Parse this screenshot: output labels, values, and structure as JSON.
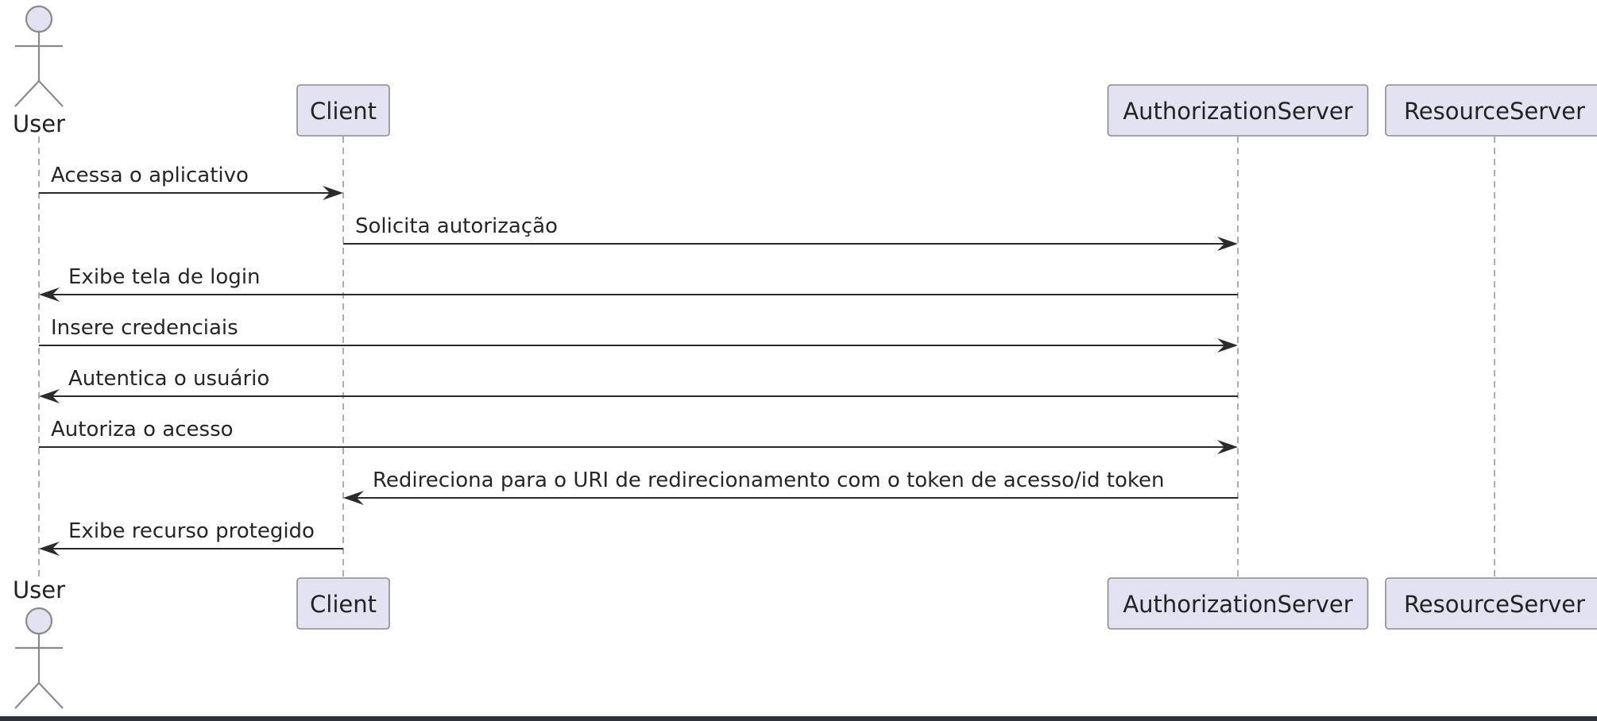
{
  "participants": [
    {
      "id": "user",
      "name": "User",
      "kind": "actor"
    },
    {
      "id": "client",
      "name": "Client",
      "kind": "participant"
    },
    {
      "id": "authorization-server",
      "name": "AuthorizationServer",
      "kind": "participant"
    },
    {
      "id": "resource-server",
      "name": "ResourceServer",
      "kind": "participant"
    }
  ],
  "messages": [
    {
      "from": "user",
      "to": "client",
      "label": "Acessa o aplicativo"
    },
    {
      "from": "client",
      "to": "authorization-server",
      "label": "Solicita autorização"
    },
    {
      "from": "authorization-server",
      "to": "user",
      "label": "Exibe tela de login"
    },
    {
      "from": "user",
      "to": "authorization-server",
      "label": "Insere credenciais"
    },
    {
      "from": "authorization-server",
      "to": "user",
      "label": "Autentica o usuário"
    },
    {
      "from": "user",
      "to": "authorization-server",
      "label": "Autoriza o acesso"
    },
    {
      "from": "authorization-server",
      "to": "client",
      "label": "Redireciona para o URI de redirecionamento com o token de acesso/id token"
    },
    {
      "from": "client",
      "to": "user",
      "label": "Exibe recurso protegido"
    }
  ],
  "colors": {
    "participant_fill": "#e2e2f0",
    "participant_border": "#8c8c8c",
    "arrow": "#2b2b2b",
    "lifeline": "#9a9a9a"
  }
}
